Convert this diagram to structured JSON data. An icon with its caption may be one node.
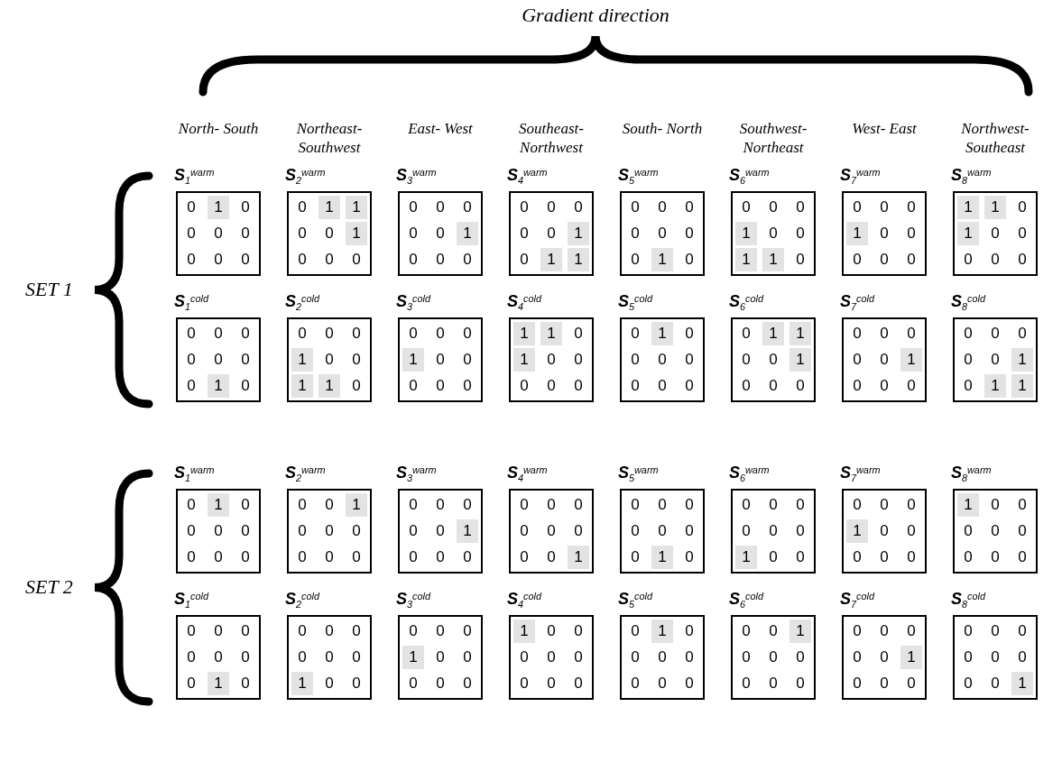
{
  "diagram": {
    "title": "Gradient direction",
    "nodes": [
      {
        "text": [
          "**S**$_{1}$$^{warm}$",
          "0",
          "1",
          "0",
          "0",
          "0",
          "0",
          "0",
          "0",
          "0"
        ]
      },
      {
        "text": [
          "**S**$_{2}$$^{warm}$",
          "0",
          "1",
          "1",
          "0",
          "0",
          "1",
          "0",
          "0",
          "0"
        ]
      },
      {
        "text": [
          "**S**$_{3}$$^{warm}$",
          "0",
          "0",
          "0",
          "0",
          "0",
          "1",
          "0",
          "0",
          "0"
        ]
      },
      {
        "text": [
          "**S**$_{4}$$^{warm}$",
          "0",
          "0",
          "0",
          "0",
          "0",
          "1",
          "0",
          "1",
          "1"
        ]
      },
      {
        "text": [
          "**S**$_{5}$$^{warm}$",
          "0",
          "0",
          "0",
          "0",
          "0",
          "0",
          "0",
          "1",
          "0"
        ]
      },
      {
        "text": [
          "**S**$_{6}$$^{warm}$",
          "0",
          "0",
          "0",
          "1",
          "0",
          "0",
          "1",
          "1",
          "0"
        ]
      },
      {
        "text": [
          "**S**$_{7}$$^{warm}$",
          "0",
          "0",
          "0",
          "1",
          "0",
          "0",
          "0",
          "0",
          "0"
        ]
      },
      {
        "text": [
          "**S**$_{8}$$^{warm}$",
          "1",
          "1",
          "0",
          "1",
          "0",
          "0",
          "0",
          "0",
          "0"
        ]
      },
      {
        "text": [
          "**S**$_{1}$$^{cold}$",
          "0",
          "0",
          "0",
          "0",
          "0",
          "0",
          "0",
          "1",
          "0"
        ]
      },
      {
        "text": [
          "**S**$_{2}$$^{cold}$",
          "0",
          "0",
          "0",
          "1",
          "0",
          "0",
          "1",
          "1",
          "0"
        ]
      },
      {
        "text": [
          "**S**$_{3}$$^{cold}$",
          "0",
          "0",
          "0",
          "1",
          "0",
          "0",
          "0",
          "0",
          "0"
        ]
      },
      {
        "text": [
          "**S**$_{4}$$^{cold}$",
          "1",
          "1",
          "0",
          "1",
          "0",
          "0",
          "0",
          "0",
          "0"
        ]
      },
      {
        "text": [
          "**S**$_{5}$$^{cold}$",
          "0",
          "1",
          "0",
          "0",
          "0",
          "0",
          "0",
          "0",
          "0"
        ]
      },
      {
        "text": [
          "**S**$_{6}$$^{cold}$",
          "0",
          "1",
          "1",
          "0",
          "0",
          "1",
          "0",
          "0",
          "0"
        ]
      },
      {
        "text": [
          "**S**$_{7}$$^{cold}$",
          "0",
          "0",
          "0",
          "0",
          "0",
          "1",
          "0",
          "0",
          "0"
        ]
      },
      {
        "text": [
          "**S**$_{8}$$^{cold}$",
          "0",
          "0",
          "0",
          "0",
          "0",
          "1",
          "0",
          "1",
          "1"
        ]
      },
      {
        "text": [
          "**S**$_{1}$$^{warm}$",
          "0",
          "1",
          "0",
          "0",
          "0",
          "0",
          "0",
          "0",
          "0"
        ]
      },
      {
        "text": [
          "**S**$_{2}$$^{warm}$",
          "0",
          "0",
          "1",
          "0",
          "0",
          "0",
          "0",
          "0",
          "0"
        ]
      },
      {
        "text": [
          "**S**$_{3}$$^{warm}$",
          "0",
          "0",
          "0",
          "0",
          "0",
          "1",
          "0",
          "0",
          "0"
        ]
      },
      {
        "text": [
          "**S**$_{4}$$^{warm}$",
          "0",
          "0",
          "0",
          "0",
          "0",
          "0",
          "0",
          "0",
          "1"
        ]
      },
      {
        "text": [
          "**S**$_{5}$$^{warm}$",
          "0",
          "0",
          "0",
          "0",
          "0",
          "0",
          "0",
          "1",
          "0"
        ]
      },
      {
        "text": [
          "**S**$_{6}$$^{warm}$",
          "0",
          "0",
          "0",
          "0",
          "0",
          "0",
          "1",
          "0",
          "0"
        ]
      },
      {
        "text": [
          "**S**$_{7}$$^{warm}$",
          "0",
          "0",
          "0",
          "1",
          "0",
          "0",
          "0",
          "0",
          "0"
        ]
      },
      {
        "text": [
          "**S**$_{8}$$^{warm}$",
          "1",
          "0",
          "0",
          "0",
          "0",
          "0",
          "0",
          "0",
          "0"
        ]
      },
      {
        "text": [
          "**S**$_{1}$$^{cold}$",
          "0",
          "0",
          "0",
          "0",
          "0",
          "0",
          "0",
          "1",
          "0"
        ]
      },
      {
        "text": [
          "**S**$_{2}$$^{cold}$",
          "0",
          "0",
          "0",
          "0",
          "0",
          "0",
          "1",
          "0",
          "0"
        ]
      },
      {
        "text": [
          "**S**$_{3}$$^{cold}$",
          "0",
          "0",
          "0",
          "1",
          "0",
          "0",
          "0",
          "0",
          "0"
        ]
      },
      {
        "text": [
          "**S**$_{4}$$^{cold}$",
          "1",
          "0",
          "0",
          "0",
          "0",
          "0",
          "0",
          "0",
          "0"
        ]
      },
      {
        "text": [
          "**S**$_{5}$$^{cold}$",
          "0",
          "1",
          "0",
          "0",
          "0",
          "0",
          "0",
          "0",
          "0"
        ]
      },
      {
        "text": [
          "**S**$_{6}$$^{cold}$",
          "0",
          "0",
          "1",
          "0",
          "0",
          "0",
          "0",
          "0",
          "0"
        ]
      },
      {
        "text": [
          "**S**$_{7}$$^{cold}$",
          "0",
          "0",
          "0",
          "0",
          "0",
          "1",
          "0",
          "0",
          "0"
        ]
      },
      {
        "text": [
          "**S**$_{8}$$^{cold}$",
          "0",
          "0",
          "0",
          "0",
          "0",
          "0",
          "0",
          "0",
          "1"
        ]
      }
    ],
    "labels": [
      "North- South",
      "Northeast- Southwest",
      "East- West",
      "Southeast- Northwest",
      "South- North",
      "Southwest- Northeast",
      "West- East",
      "Northwest- Southeast",
      "SET 1",
      "SET 2"
    ]
  }
}
